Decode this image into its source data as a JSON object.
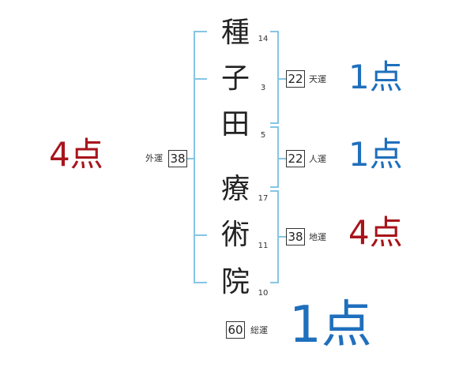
{
  "name": {
    "characters": [
      {
        "char": "種",
        "strokes": "14"
      },
      {
        "char": "子",
        "strokes": "3"
      },
      {
        "char": "田",
        "strokes": "5"
      },
      {
        "char": "療",
        "strokes": "17"
      },
      {
        "char": "術",
        "strokes": "11"
      },
      {
        "char": "院",
        "strokes": "10"
      }
    ]
  },
  "fortunes": {
    "gaiun": {
      "label": "外運",
      "value": "38",
      "score": "4点",
      "score_color": "#a8141c"
    },
    "tenun": {
      "label": "天運",
      "value": "22",
      "score": "1点",
      "score_color": "#1f6fbd"
    },
    "jinun": {
      "label": "人運",
      "value": "22",
      "score": "1点",
      "score_color": "#1f6fbd"
    },
    "chiun": {
      "label": "地運",
      "value": "38",
      "score": "4点",
      "score_color": "#a8141c"
    },
    "souun": {
      "label": "総運",
      "value": "60",
      "score": "1点",
      "score_color": "#1f6fbd"
    }
  },
  "colors": {
    "bracket": "#86c5e3",
    "good": "#1f6fbd",
    "bad": "#a8141c"
  }
}
